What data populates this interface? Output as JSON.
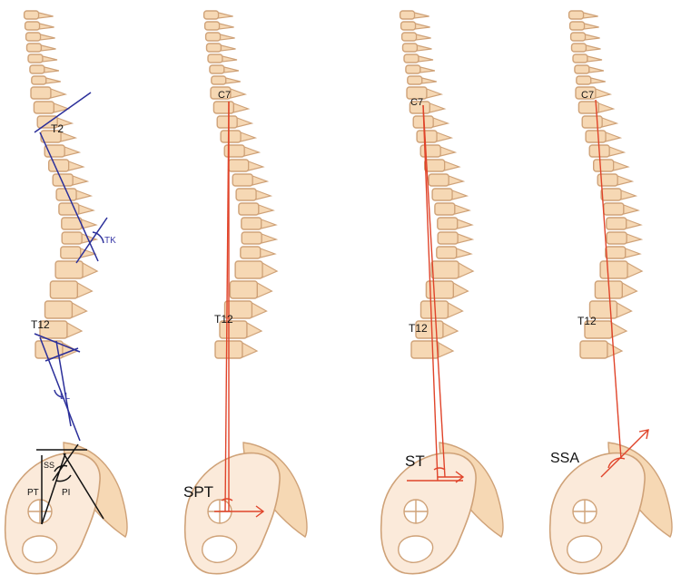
{
  "panels": [
    {
      "id": "panel-1",
      "labels": {
        "t2": "T2",
        "tk": "TK",
        "t12": "T12",
        "ll": "LL",
        "ss": "SS",
        "pt": "PT",
        "pi": "PI"
      }
    },
    {
      "id": "panel-2",
      "labels": {
        "c7": "C7",
        "t12": "T12",
        "main": "SPT"
      }
    },
    {
      "id": "panel-3",
      "labels": {
        "c7": "C7",
        "t12": "T12",
        "main": "ST"
      }
    },
    {
      "id": "panel-4",
      "labels": {
        "c7": "C7",
        "t12": "T12",
        "main": "SSA"
      }
    }
  ],
  "colors": {
    "bone_fill": "#f6d8b4",
    "bone_outline": "#cfa278",
    "blue_lines": "#2b2f9a",
    "red_lines": "#e0442a",
    "black_lines": "#111111"
  }
}
